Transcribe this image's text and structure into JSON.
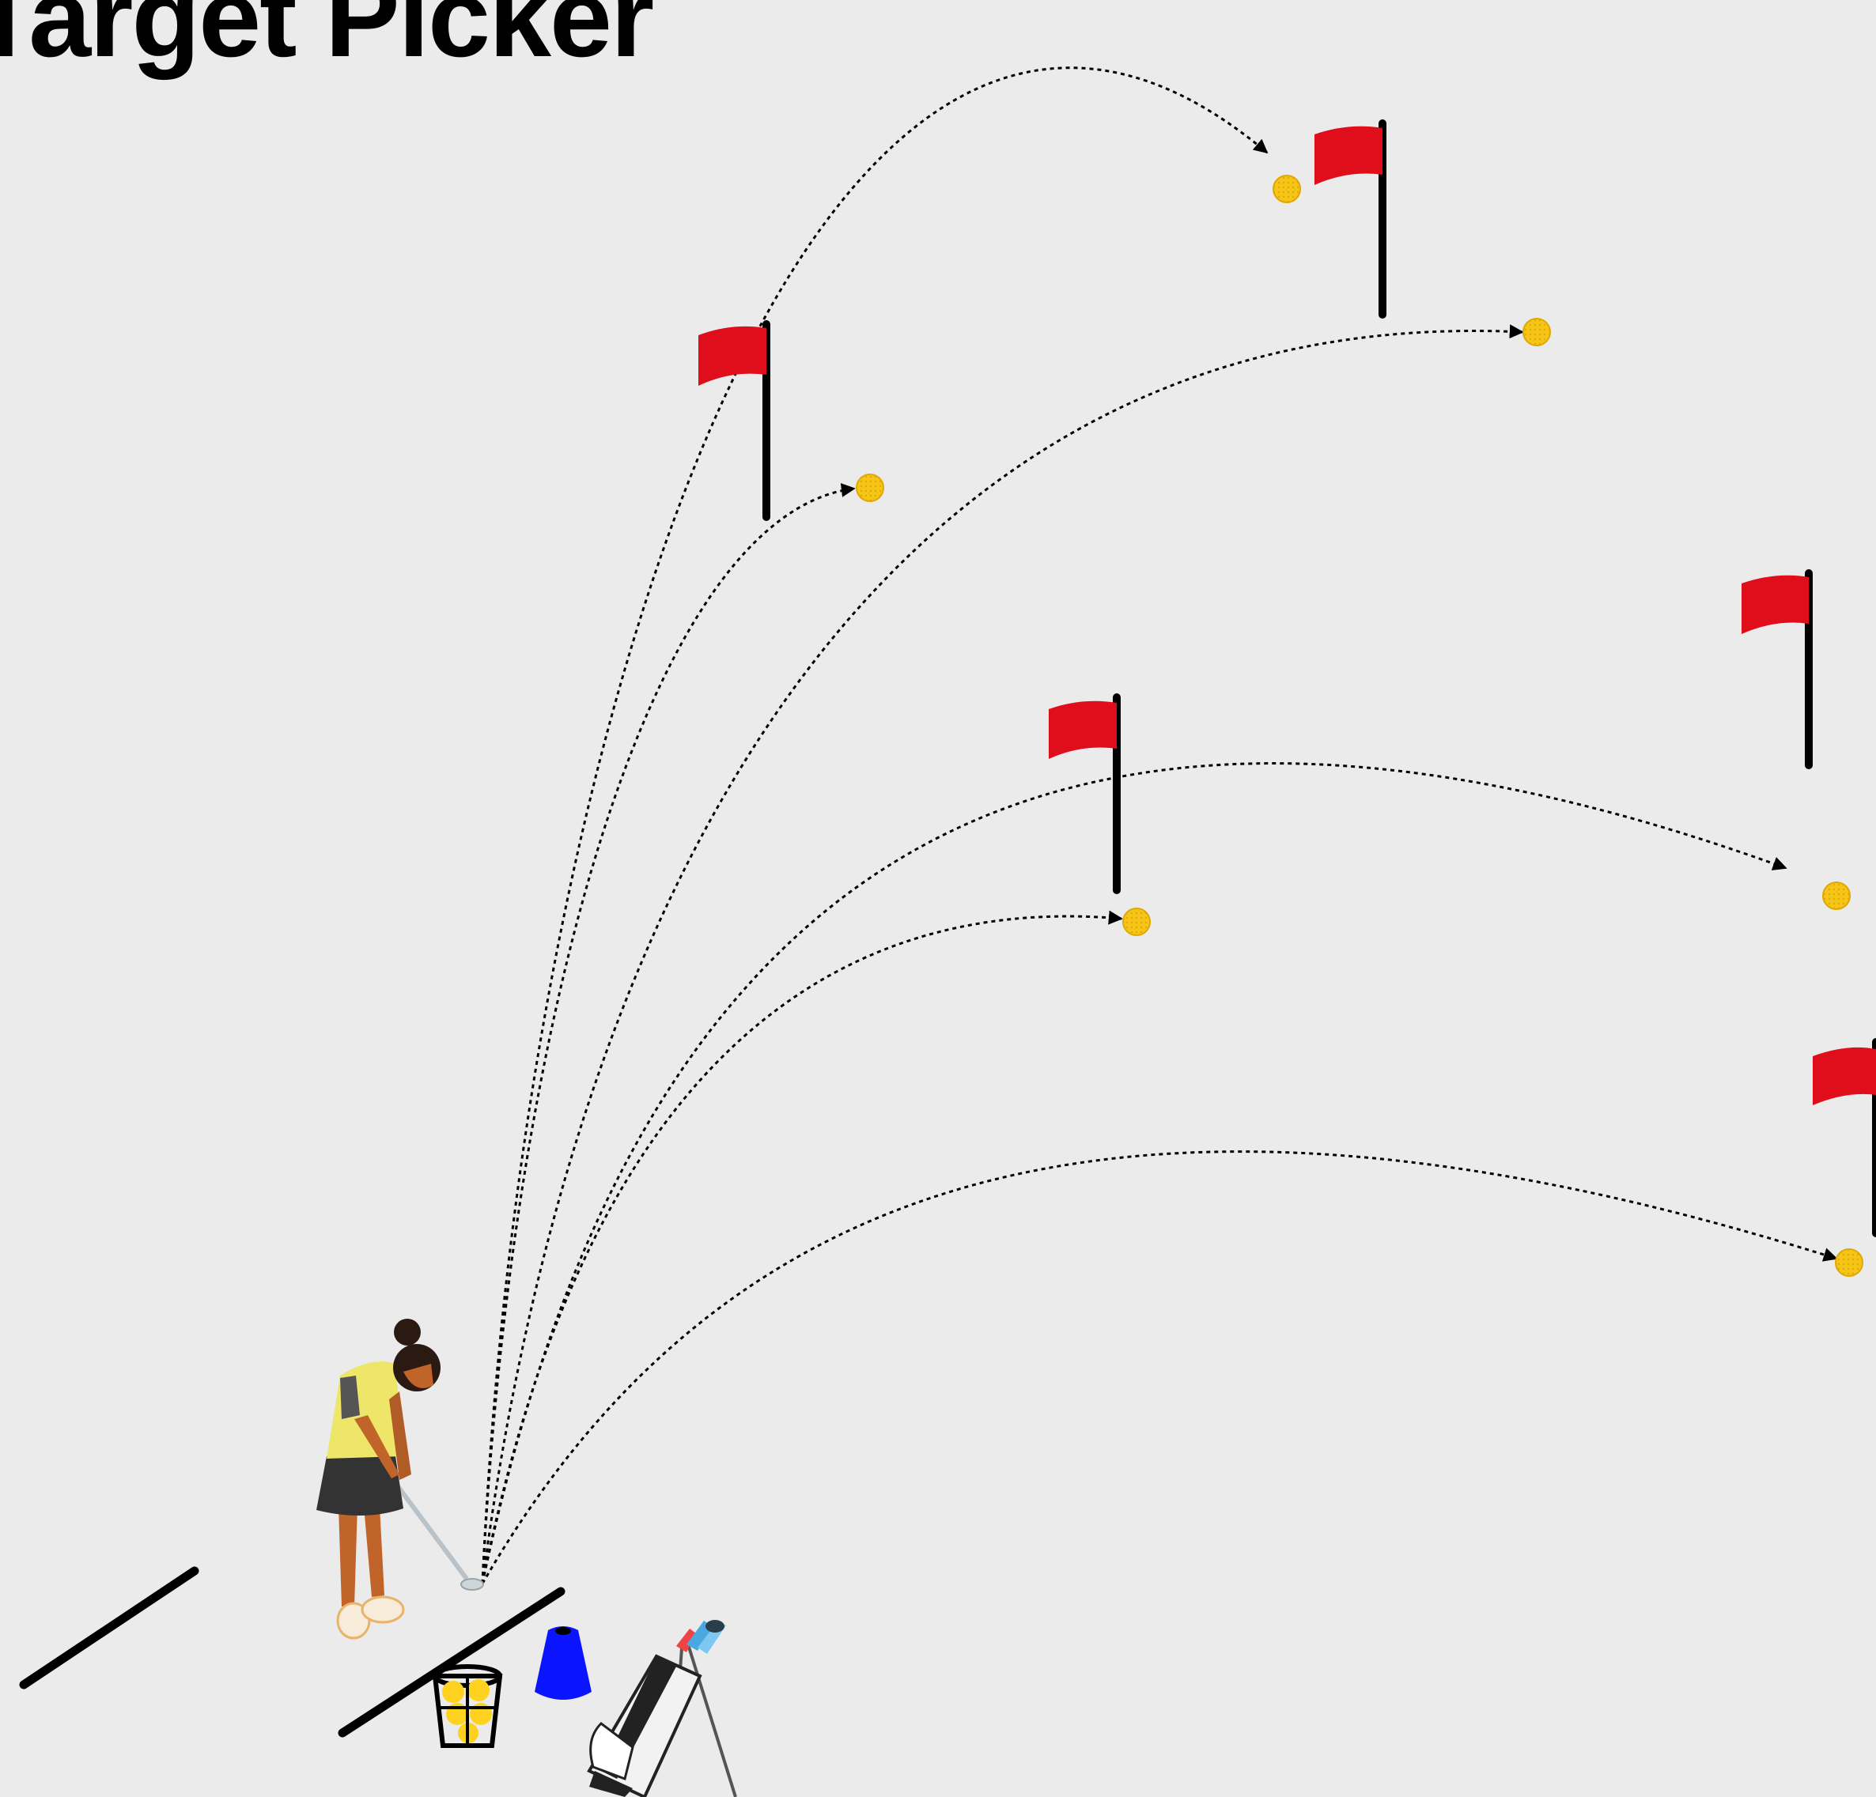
{
  "title": "Target Picker",
  "colors": {
    "background": "#ebebeb",
    "flag": "#e00d1a",
    "pole": "#000000",
    "ball": "#f5c518",
    "trajectory": "#000000",
    "cone": "#0a14ff",
    "shirt": "#ede669",
    "skirt": "#333333"
  },
  "icons": {
    "flag": "red-flag-icon",
    "ball": "golf-ball-icon",
    "golfer": "golfer-icon",
    "basket": "ball-basket-icon",
    "cone": "cone-icon",
    "bag": "golf-bag-icon"
  },
  "targets": [
    {
      "flag": "flag-1"
    },
    {
      "flag": "flag-2"
    },
    {
      "flag": "flag-3"
    },
    {
      "flag": "flag-4"
    },
    {
      "flag": "flag-5"
    }
  ],
  "shots": [
    {
      "id": "shot-1"
    },
    {
      "id": "shot-2"
    },
    {
      "id": "shot-3"
    },
    {
      "id": "shot-4"
    },
    {
      "id": "shot-5"
    },
    {
      "id": "shot-6"
    }
  ]
}
